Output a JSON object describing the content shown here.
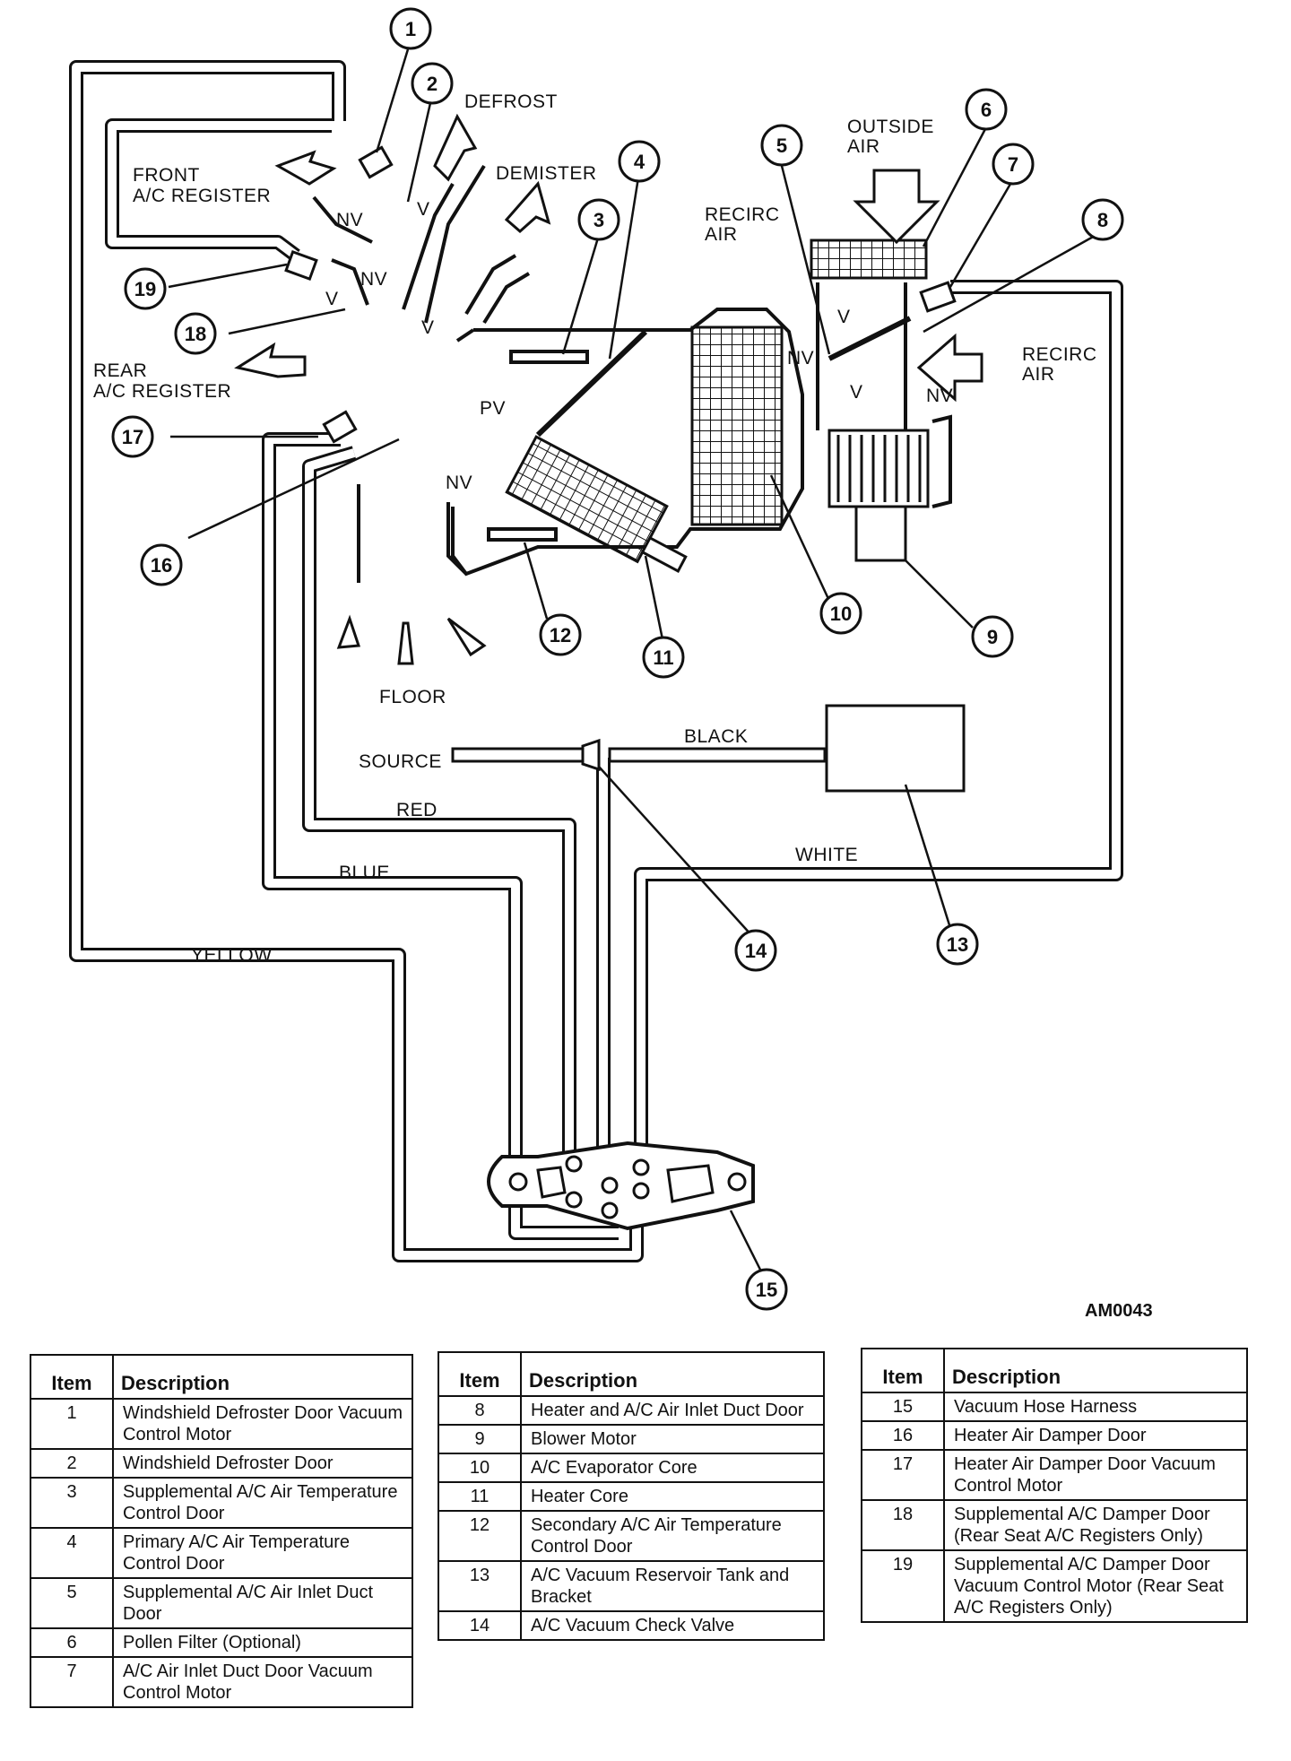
{
  "diagram": {
    "labels": {
      "defrost": "DEFROST",
      "demister": "DEMISTER",
      "front_register": [
        "FRONT",
        "A/C REGISTER"
      ],
      "rear_register": [
        "REAR",
        "A/C REGISTER"
      ],
      "recirc_air_left": [
        "RECIRC",
        "AIR"
      ],
      "recirc_air_right": [
        "RECIRC",
        "AIR"
      ],
      "outside_air": [
        "OUTSIDE",
        "AIR"
      ],
      "floor": "FLOOR",
      "source": "SOURCE",
      "black": "BLACK",
      "red": "RED",
      "blue": "BLUE",
      "white": "WHITE",
      "yellow": "YELLOW",
      "code": "AM0043"
    },
    "valve_marks": {
      "nv": "NV",
      "v": "V",
      "pv": "PV"
    },
    "callouts": [
      "1",
      "2",
      "3",
      "4",
      "5",
      "6",
      "7",
      "8",
      "9",
      "10",
      "11",
      "12",
      "13",
      "14",
      "15",
      "16",
      "17",
      "18",
      "19"
    ]
  },
  "legend": {
    "header_item": "Item",
    "header_description": "Description",
    "tables": [
      {
        "rows": [
          {
            "item": "1",
            "description": "Windshield Defroster Door Vacuum Control Motor"
          },
          {
            "item": "2",
            "description": "Windshield Defroster Door"
          },
          {
            "item": "3",
            "description": "Supplemental A/C Air Temperature Control Door"
          },
          {
            "item": "4",
            "description": "Primary A/C Air Temperature Control Door"
          },
          {
            "item": "5",
            "description": "Supplemental A/C Air Inlet Duct Door"
          },
          {
            "item": "6",
            "description": "Pollen Filter (Optional)"
          },
          {
            "item": "7",
            "description": "A/C Air Inlet Duct Door Vacuum Control Motor"
          }
        ]
      },
      {
        "rows": [
          {
            "item": "8",
            "description": "Heater and A/C Air Inlet Duct Door"
          },
          {
            "item": "9",
            "description": "Blower Motor"
          },
          {
            "item": "10",
            "description": "A/C Evaporator Core"
          },
          {
            "item": "11",
            "description": "Heater Core"
          },
          {
            "item": "12",
            "description": "Secondary A/C Air Temperature Control Door"
          },
          {
            "item": "13",
            "description": "A/C Vacuum Reservoir Tank and Bracket"
          },
          {
            "item": "14",
            "description": "A/C Vacuum Check Valve"
          }
        ]
      },
      {
        "rows": [
          {
            "item": "15",
            "description": "Vacuum Hose Harness"
          },
          {
            "item": "16",
            "description": "Heater Air Damper Door"
          },
          {
            "item": "17",
            "description": "Heater Air Damper Door Vacuum Control Motor"
          },
          {
            "item": "18",
            "description": "Supplemental A/C Damper Door (Rear Seat A/C Registers Only)"
          },
          {
            "item": "19",
            "description": "Supplemental A/C Damper Door Vacuum Control Motor (Rear Seat A/C Registers Only)"
          }
        ]
      }
    ]
  }
}
